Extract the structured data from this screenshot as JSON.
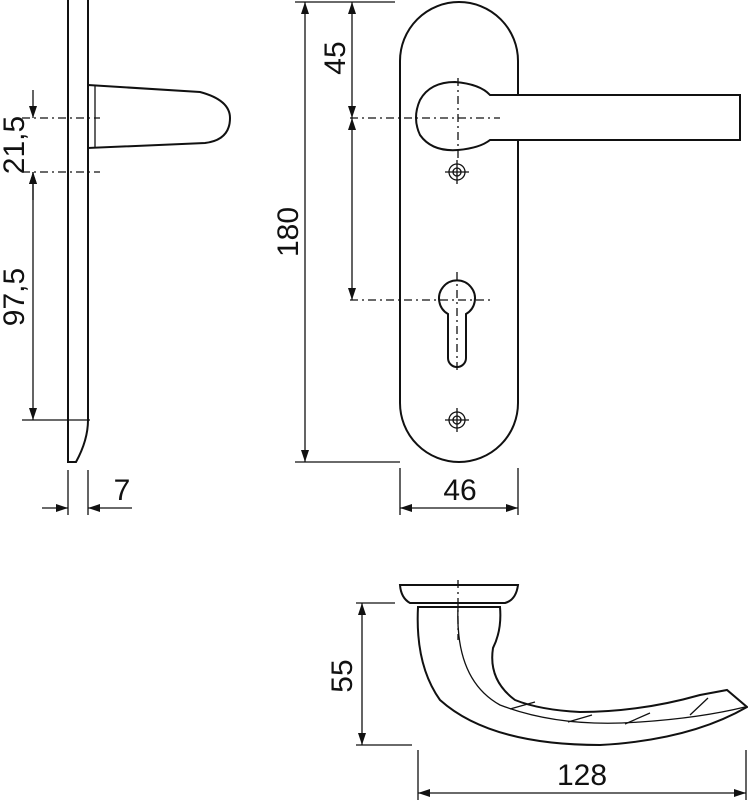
{
  "dimensions": {
    "handle_offset": "21,5",
    "distance_to_cylinder": "97,5",
    "plate_thickness": "7",
    "top_to_handle": "45",
    "plate_height": "180",
    "plate_width": "46",
    "lever_projection": "55",
    "lever_length": "128"
  },
  "colors": {
    "line": "#111111",
    "background": "#ffffff"
  }
}
